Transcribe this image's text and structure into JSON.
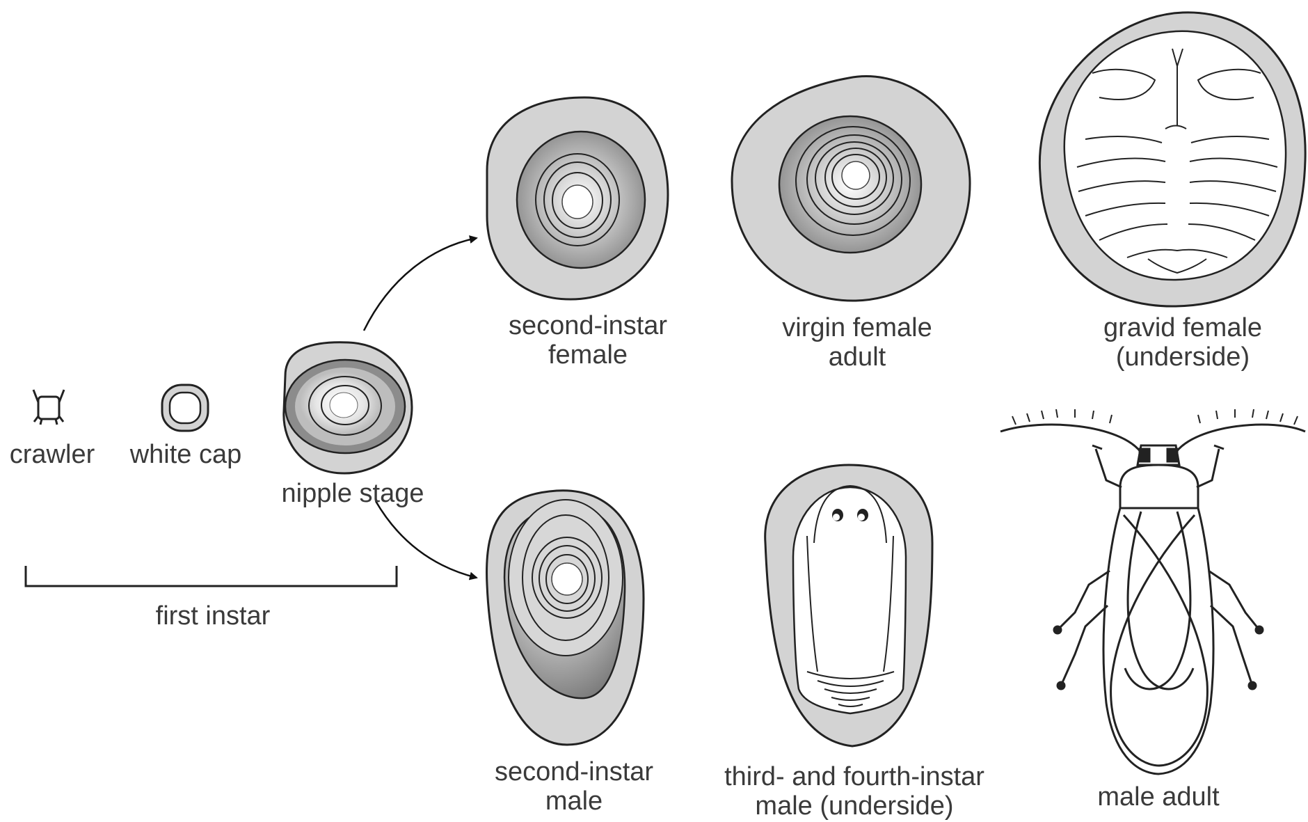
{
  "colors": {
    "scale_cover": "#d3d3d3",
    "outline": "#222222",
    "body_dark": "#808080",
    "body_light": "#f4f4f4",
    "text": "#3a3a3a"
  },
  "labels": {
    "crawler": "crawler",
    "white_cap": "white cap",
    "nipple_stage": "nipple stage",
    "first_instar": "first instar",
    "second_instar_female": [
      "second-instar",
      "female"
    ],
    "virgin_female": [
      "virgin female",
      "adult"
    ],
    "gravid_female": [
      "gravid female",
      "(underside)"
    ],
    "second_instar_male": [
      "second-instar",
      "male"
    ],
    "third_fourth_male": [
      "third- and fourth-instar",
      "male (underside)"
    ],
    "male_adult": "male adult"
  },
  "arrows": [
    {
      "from": "nipple-stage",
      "to": "second-instar-female"
    },
    {
      "from": "nipple-stage",
      "to": "second-instar-male"
    }
  ]
}
